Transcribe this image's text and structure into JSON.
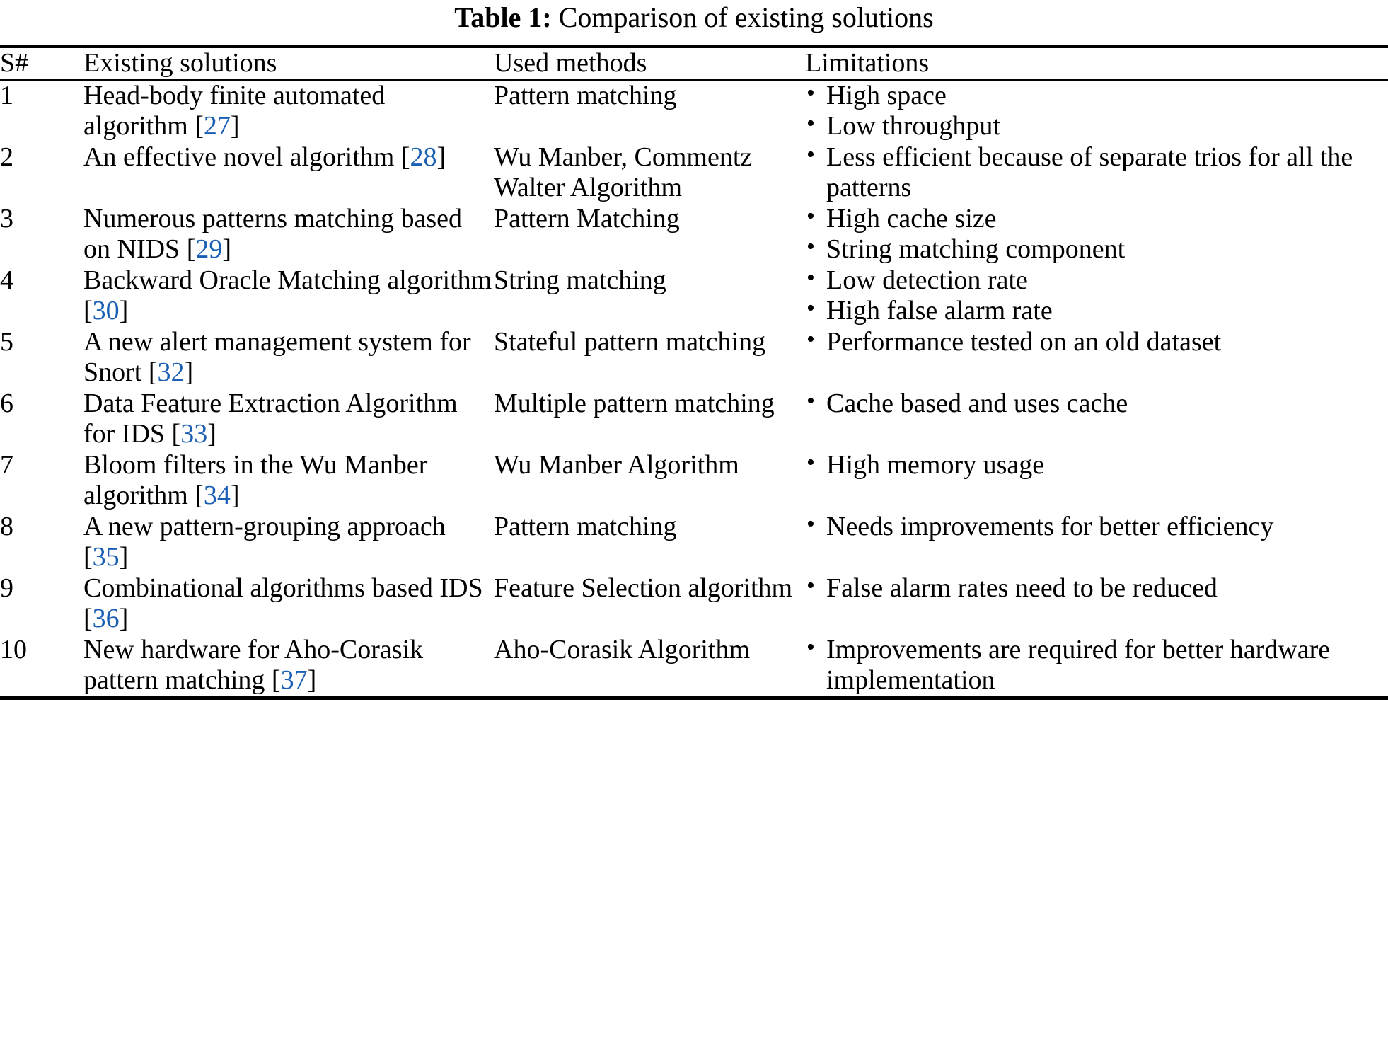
{
  "caption": {
    "label": "Table 1:",
    "text": "Comparison of existing solutions"
  },
  "colors": {
    "reference_link": "#1a5fb4",
    "text": "#000000",
    "rule": "#000000",
    "background": "#ffffff"
  },
  "headers": {
    "sn": "S#",
    "solutions": "Existing solutions",
    "methods": "Used methods",
    "limitations": "Limitations"
  },
  "rows": [
    {
      "sn": "1",
      "solution_text": "Head-body finite automated algorithm",
      "solution_ref": "27",
      "method": "Pattern matching",
      "limitations": [
        "High space",
        "Low throughput"
      ]
    },
    {
      "sn": "2",
      "solution_text": "An effective novel algorithm",
      "solution_ref": "28",
      "method": "Wu Manber, Commentz Walter Algorithm",
      "limitations": [
        "Less efficient because of separate trios for all the patterns"
      ]
    },
    {
      "sn": "3",
      "solution_text": "Numerous patterns matching based on NIDS",
      "solution_ref": "29",
      "method": "Pattern Matching",
      "limitations": [
        "High cache size",
        "String matching component"
      ]
    },
    {
      "sn": "4",
      "solution_text": "Backward Oracle Matching algorithm",
      "solution_ref": "30",
      "method": "String matching",
      "limitations": [
        "Low detection rate",
        "High false alarm rate"
      ]
    },
    {
      "sn": "5",
      "solution_text": "A new alert management system for Snort",
      "solution_ref": "32",
      "method": "Stateful pattern matching",
      "limitations": [
        "Performance tested on an old dataset"
      ]
    },
    {
      "sn": "6",
      "solution_text": "Data Feature Extraction Algorithm for IDS",
      "solution_ref": "33",
      "method": "Multiple pattern matching",
      "limitations": [
        "Cache based and uses cache"
      ]
    },
    {
      "sn": "7",
      "solution_text": "Bloom filters in the Wu Manber algorithm",
      "solution_ref": "34",
      "method": "Wu Manber Algorithm",
      "limitations": [
        "High memory usage"
      ]
    },
    {
      "sn": "8",
      "solution_text": "A new pattern-grouping approach",
      "solution_ref": "35",
      "method": "Pattern matching",
      "limitations": [
        "Needs improvements for better efficiency"
      ]
    },
    {
      "sn": "9",
      "solution_text": "Combinational algorithms based IDS",
      "solution_ref": "36",
      "method": "Feature Selection algorithm",
      "limitations": [
        "False alarm rates need to be reduced"
      ]
    },
    {
      "sn": "10",
      "solution_text": "New hardware for Aho-Corasik pattern matching",
      "solution_ref": "37",
      "method": "Aho-Corasik Algorithm",
      "limitations": [
        "Improvements are required for better hardware implementation"
      ]
    }
  ]
}
